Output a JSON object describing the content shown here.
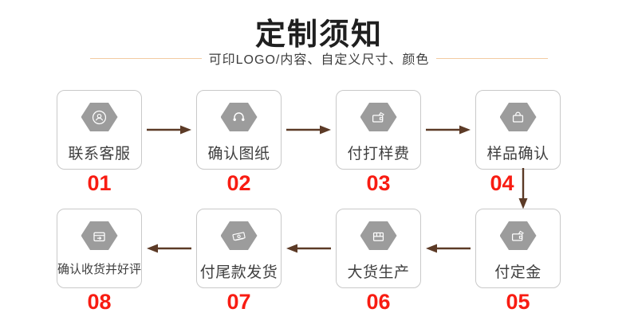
{
  "header": {
    "title": "定制须知",
    "subtitle": "可印LOGO/内容、自定义尺寸、颜色"
  },
  "palette": {
    "background": "#ffffff",
    "title_color": "#1f1f1f",
    "subtitle_color": "#3c3c3c",
    "divider_line_color": "#f3cba1",
    "box_border_color": "#c9c9c9",
    "hexagon_color": "#9c9c9c",
    "label_color": "#3f3f3f",
    "step_number_color": "#f81c12",
    "arrow_color": "#5c3a26"
  },
  "steps": [
    {
      "number": "01",
      "label": "联系客服",
      "icon": "customer-service-icon"
    },
    {
      "number": "02",
      "label": "确认图纸",
      "icon": "headset-icon"
    },
    {
      "number": "03",
      "label": "付打样费",
      "icon": "wallet-icon"
    },
    {
      "number": "04",
      "label": "样品确认",
      "icon": "bag-icon"
    },
    {
      "number": "05",
      "label": "付定金",
      "icon": "wallet-icon"
    },
    {
      "number": "06",
      "label": "大货生产",
      "icon": "package-icon"
    },
    {
      "number": "07",
      "label": "付尾款发货",
      "icon": "banknotes-icon"
    },
    {
      "number": "08",
      "label": "确认收货并好评",
      "icon": "delivery-box-icon"
    }
  ],
  "flow": {
    "row1_order": [
      "01",
      "02",
      "03",
      "04"
    ],
    "row1_arrow_direction": "right",
    "connector": "04 down to 05",
    "row2_order": [
      "08",
      "07",
      "06",
      "05"
    ],
    "row2_arrow_direction": "left"
  }
}
